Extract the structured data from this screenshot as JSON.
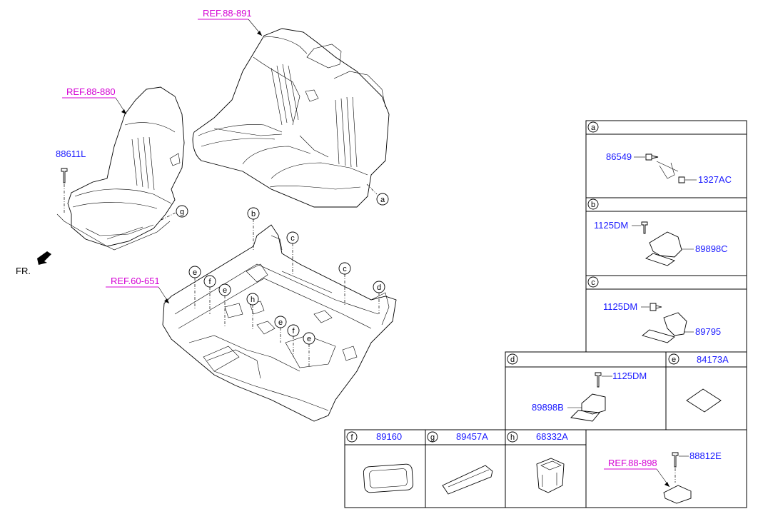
{
  "references": {
    "rear_seat": "REF.88-891",
    "front_seat": "REF.88-880",
    "floor": "REF.60-651",
    "bracket": "REF.88-898"
  },
  "front_label": "FR.",
  "main_parts": {
    "seat_bolt": "88611L"
  },
  "callouts": [
    "a",
    "b",
    "c",
    "d",
    "e",
    "f",
    "g",
    "h"
  ],
  "panels": {
    "a": {
      "letter": "a",
      "part_1": "86549",
      "part_2": "1327AC"
    },
    "b": {
      "letter": "b",
      "part_1": "1125DM",
      "part_2": "89898C"
    },
    "c": {
      "letter": "c",
      "part_1": "1125DM",
      "part_2": "89795"
    },
    "d": {
      "letter": "d",
      "part_1": "1125DM",
      "part_2": "89898B"
    },
    "e": {
      "letter": "e",
      "part": "84173A"
    },
    "f": {
      "letter": "f",
      "part": "89160"
    },
    "g": {
      "letter": "g",
      "part": "89457A"
    },
    "h": {
      "letter": "h",
      "part": "68332A"
    },
    "extra": {
      "part": "88812E"
    }
  }
}
